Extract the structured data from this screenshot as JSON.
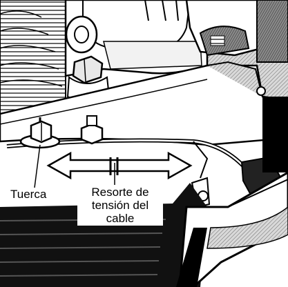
{
  "labels": {
    "nut": "Tuerca",
    "spring_line1": "Resorte de",
    "spring_line2": "tensión del",
    "spring_line3": "cable"
  },
  "colors": {
    "ink": "#000000",
    "paper": "#ffffff",
    "shade_light": "#cfcfcf",
    "shade_mid": "#9a9a9a",
    "shade_dark": "#3a3a3a"
  }
}
